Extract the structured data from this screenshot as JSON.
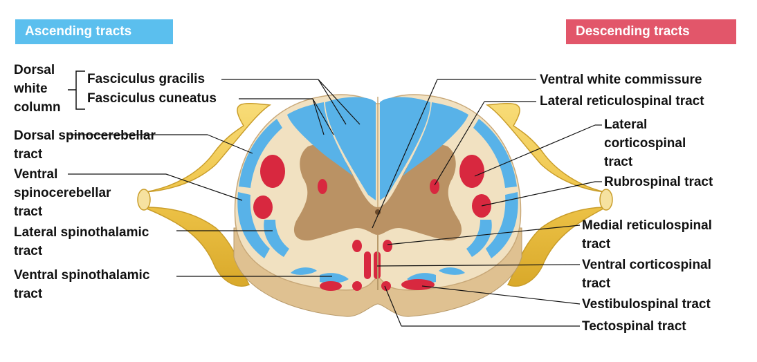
{
  "headers": {
    "ascending": "Ascending tracts",
    "descending": "Descending tracts"
  },
  "labels": {
    "dorsal_white_column": "Dorsal white column",
    "fasciculus_gracilis": "Fasciculus gracilis",
    "fasciculus_cuneatus": "Fasciculus cuneatus",
    "dorsal_spinocerebellar": "Dorsal spinocerebellar tract",
    "ventral_spinocerebellar": "Ventral spinocerebellar tract",
    "lateral_spinothalamic": "Lateral spinothalamic tract",
    "ventral_spinothalamic": "Ventral spinothalamic tract",
    "ventral_white_commissure": "Ventral white commissure",
    "lateral_reticulospinal": "Lateral reticulospinal tract",
    "lateral_corticospinal": "Lateral corticospinal tract",
    "rubrospinal": "Rubrospinal tract",
    "medial_reticulospinal": "Medial reticulospinal tract",
    "ventral_corticospinal": "Ventral corticospinal tract",
    "vestibulospinal": "Vestibulospinal tract",
    "tectospinal": "Tectospinal tract"
  },
  "colors": {
    "ascending": "#5bbfee",
    "descending": "#e2566a",
    "tract_blue": "#58b2e8",
    "tract_red": "#d8283f",
    "white_matter": "#f1e1c1",
    "gray_matter": "#b48a5a",
    "nerve": "#f2c94c",
    "cut_edge": "#dfc191"
  }
}
